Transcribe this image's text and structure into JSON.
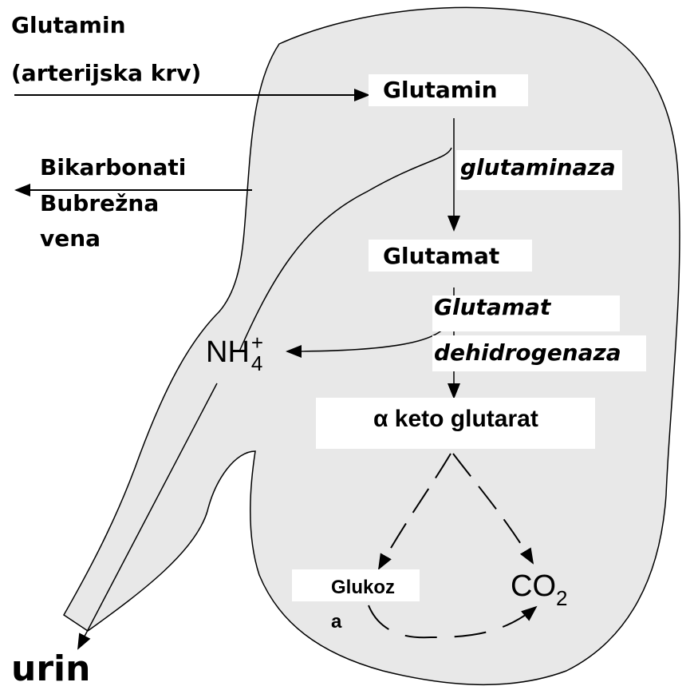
{
  "labels": {
    "glutamin_source_line1": "Glutamin",
    "glutamin_source_line2": "(arterijska krv)",
    "glutamin": "Glutamin",
    "glutaminaza": "glutaminaza",
    "bikarbonati": "Bikarbonati",
    "bubrezna_vena_line1": "Bubrežna",
    "bubrezna_vena_line2": "vena",
    "glutamat": "Glutamat",
    "glutamat_dh_line1": "Glutamat",
    "glutamat_dh_line2": "dehidrogenaza",
    "ammonium_base": "NH",
    "ammonium_charge": "+",
    "ammonium_index": "4",
    "alpha_keto": "α keto glutarat",
    "glukoza_line1": "Glukoz",
    "glukoza_line2": "a",
    "co2_base": "CO",
    "co2_index": "2",
    "urin": "urin"
  },
  "colors": {
    "kidney_fill": "#e8e8e8",
    "outline": "#000000",
    "label_box": "#ffffff"
  }
}
